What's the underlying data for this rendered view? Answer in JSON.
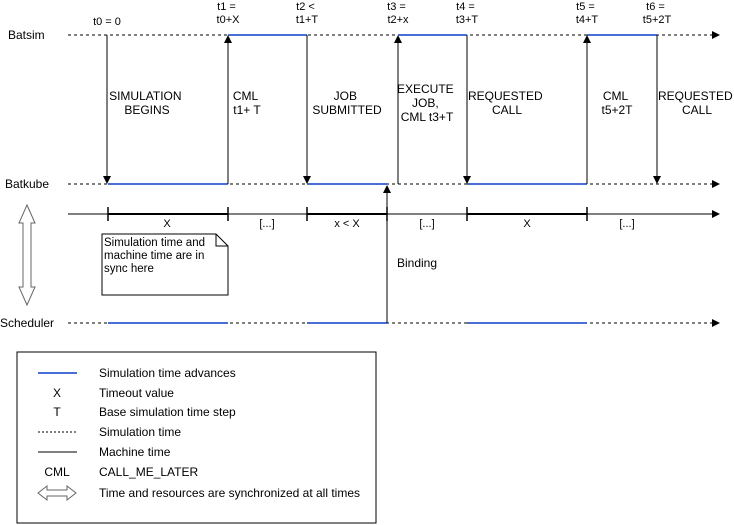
{
  "lanes": {
    "batsim": "Batsim",
    "batkube": "Batkube",
    "scheduler": "Scheduler"
  },
  "time_labels": [
    [
      "t0 = 0"
    ],
    [
      "t1 =",
      "t0+X"
    ],
    [
      "t2 <",
      "t1+T"
    ],
    [
      "t3 =",
      "t2+x"
    ],
    [
      "t4 =",
      "t3+T"
    ],
    [
      "t5 =",
      "t4+T"
    ],
    [
      "t6 =",
      "t5+2T"
    ]
  ],
  "event_labels": [
    [
      "SIMULATION",
      "BEGINS"
    ],
    [
      "CML",
      "t1+ T"
    ],
    [
      "JOB",
      "SUBMITTED"
    ],
    [
      "EXECUTE",
      "JOB,",
      "CML t3+T"
    ],
    [
      "REQUESTED",
      "CALL"
    ],
    [
      "CML",
      "t5+2T"
    ],
    [
      "REQUESTED",
      "CALL"
    ]
  ],
  "timeline": {
    "intervals": [
      "X",
      "[...]",
      "x < X",
      "[...]",
      "X",
      "[...]"
    ]
  },
  "note": [
    "Simulation time and",
    "machine time are in",
    "sync here"
  ],
  "binding_label": "Binding",
  "legend": [
    {
      "symbol": "blue-line",
      "text": "Simulation time advances"
    },
    {
      "symbol": "X",
      "text": "Timeout value"
    },
    {
      "symbol": "T",
      "text": "Base simulation time step"
    },
    {
      "symbol": "dashed-line",
      "text": "Simulation time"
    },
    {
      "symbol": "solid-line",
      "text": "Machine time"
    },
    {
      "symbol": "CML",
      "text": "CALL_ME_LATER"
    },
    {
      "symbol": "double-arrow",
      "text": "Time and resources are synchronized at all times"
    }
  ],
  "colors": {
    "sim_advance": "#4a6fd4",
    "line": "#000000"
  }
}
